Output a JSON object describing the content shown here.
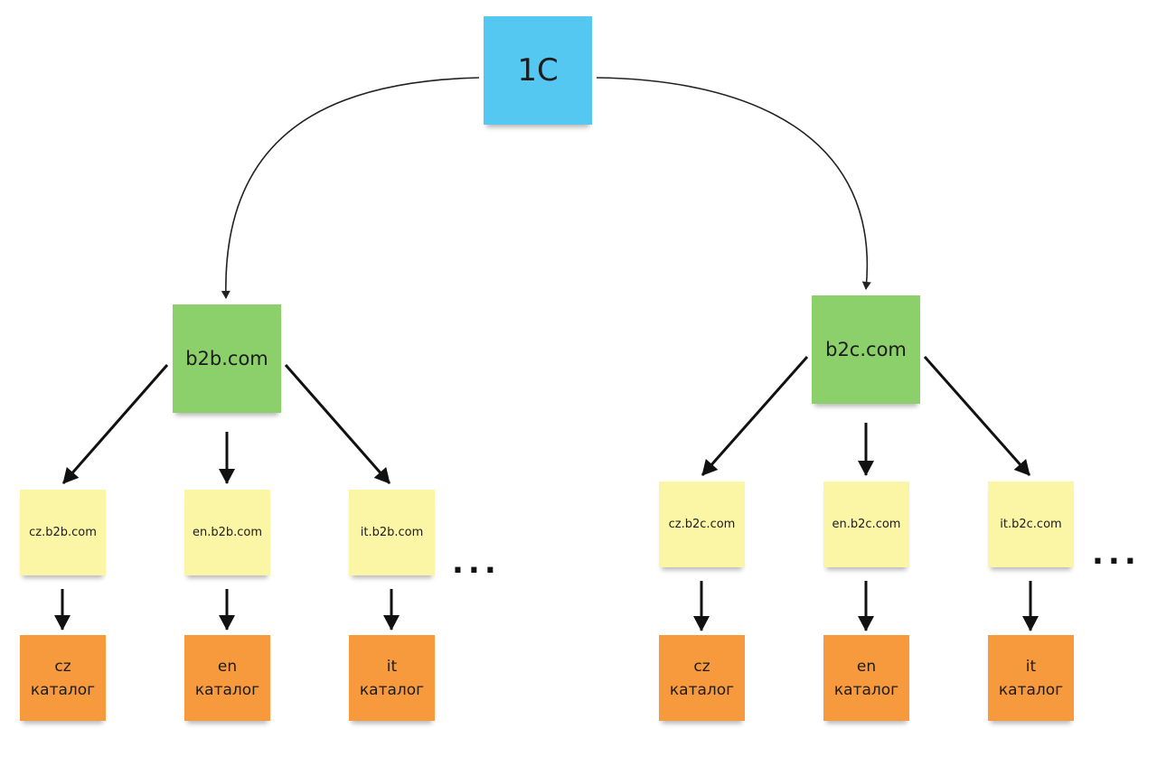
{
  "root": {
    "label": "1C",
    "color": "#54c8f0"
  },
  "sites": [
    {
      "label": "b2b.com",
      "color": "#8bd06a",
      "subdomains": [
        {
          "label": "cz.b2b.com",
          "catalog": "cz\nкаталог"
        },
        {
          "label": "en.b2b.com",
          "catalog": "en\nкаталог"
        },
        {
          "label": "it.b2b.com",
          "catalog": "it\nкаталог"
        }
      ],
      "more": "..."
    },
    {
      "label": "b2c.com",
      "color": "#8bd06a",
      "subdomains": [
        {
          "label": "cz.b2c.com",
          "catalog": "cz\nкаталог"
        },
        {
          "label": "en.b2c.com",
          "catalog": "en\nкаталог"
        },
        {
          "label": "it.b2c.com",
          "catalog": "it\nкаталог"
        }
      ],
      "more": "..."
    }
  ],
  "colors": {
    "subdomain": "#fbf6a6",
    "catalog": "#f79a3e",
    "arrow": "#111111"
  }
}
